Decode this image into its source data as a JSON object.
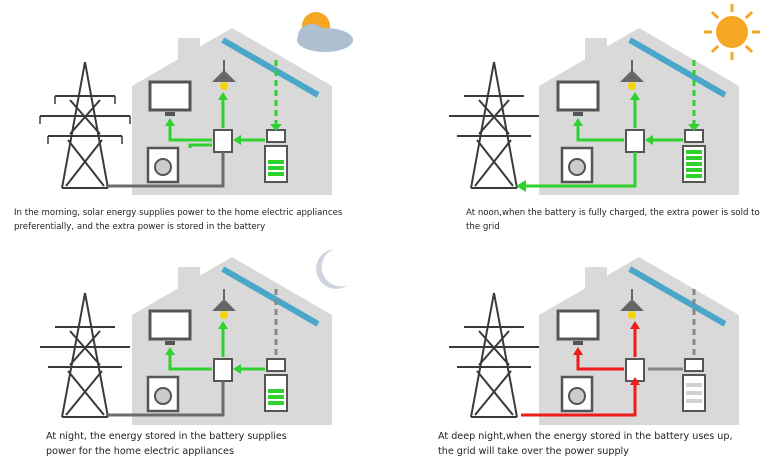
{
  "colors": {
    "house": "#d9d9d9",
    "house_dark": "#c3c3c3",
    "flow_green": "#2ed12e",
    "flow_red": "#ee1c1c",
    "cable_gray": "#6b6b6b",
    "solar_panel": "#4aa7c9",
    "sun": "#f5a623",
    "tower": "#3a3a3a"
  },
  "scenes": [
    {
      "id": "morning",
      "sky_icon": "sun-behind-cloud-icon",
      "caption": "In the morning, solar energy supplies power to the home electric appliances preferentially, and the extra power is stored in the battery",
      "grid_flow": "none",
      "battery_level": 0.7
    },
    {
      "id": "noon",
      "sky_icon": "sun-icon",
      "caption": "At noon,when the battery is fully charged, the extra power is sold to the grid",
      "grid_flow": "export",
      "battery_level": 1.0
    },
    {
      "id": "night",
      "sky_icon": "moon-icon",
      "caption": "At night, the energy stored in the battery supplies power for the home electric appliances",
      "grid_flow": "none",
      "battery_level": 0.7
    },
    {
      "id": "deep-night",
      "sky_icon": "none",
      "caption": "At deep night,when the energy stored in the battery uses up, the grid will take over the power supply",
      "grid_flow": "import",
      "battery_level": 0.0
    }
  ]
}
